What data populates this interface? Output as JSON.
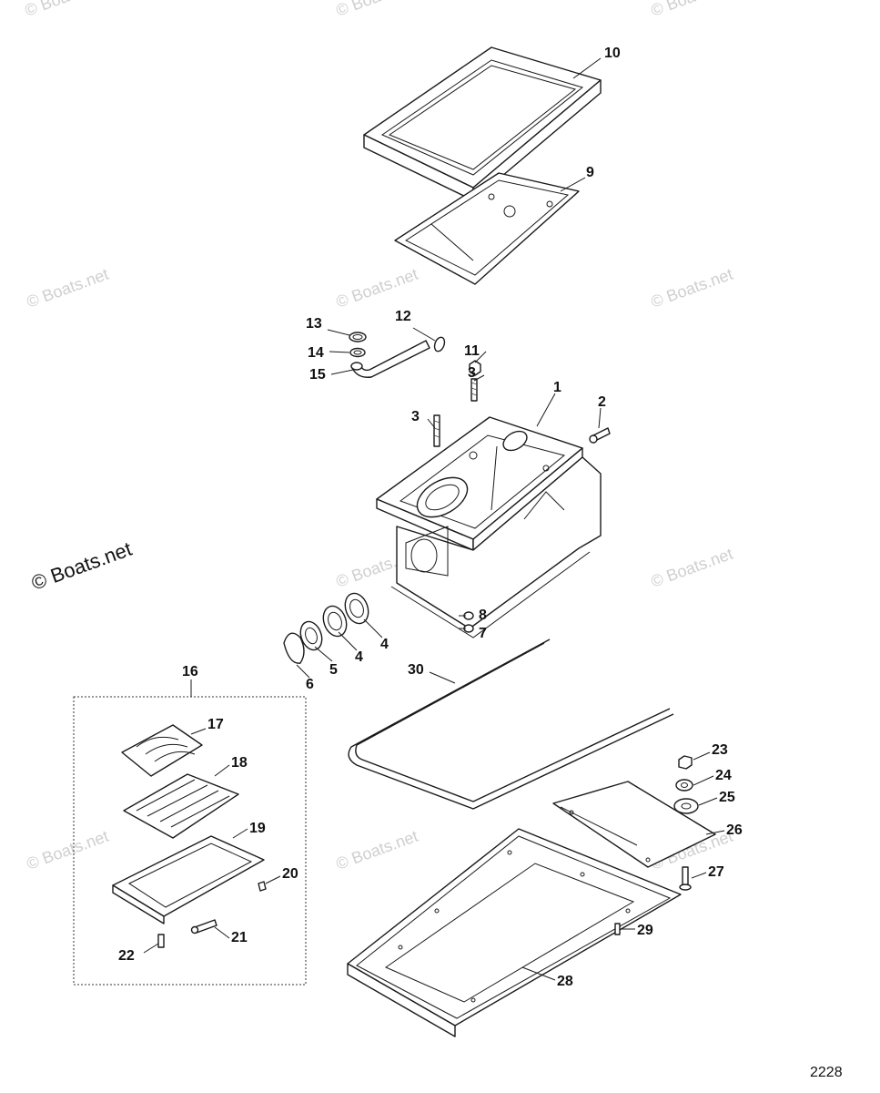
{
  "watermark": {
    "text": "© Boats.net",
    "main_text": "© Boats.net"
  },
  "figure_number": "2228",
  "callouts": {
    "c1": "1",
    "c2": "2",
    "c3a": "3",
    "c3b": "3",
    "c4a": "4",
    "c4b": "4",
    "c5": "5",
    "c6": "6",
    "c7": "7",
    "c8": "8",
    "c9": "9",
    "c10": "10",
    "c11": "11",
    "c12": "12",
    "c13": "13",
    "c14": "14",
    "c15": "15",
    "c16": "16",
    "c17": "17",
    "c18": "18",
    "c19": "19",
    "c20": "20",
    "c21": "21",
    "c22": "22",
    "c23": "23",
    "c24": "24",
    "c25": "25",
    "c26": "26",
    "c27": "27",
    "c28": "28",
    "c29": "29",
    "c30": "30"
  }
}
